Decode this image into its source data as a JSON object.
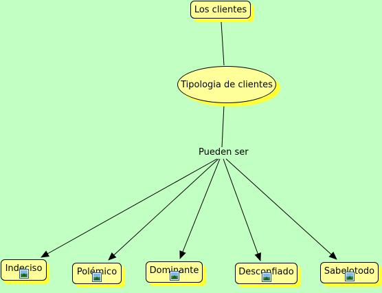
{
  "diagram": {
    "root": "Los clientes",
    "center": "Tipologia de clientes",
    "link_phrase": "Pueden ser",
    "types": [
      {
        "label": "Indeciso",
        "icon": "image-icon"
      },
      {
        "label": "Polémico",
        "icon": "image-icon"
      },
      {
        "label": "Dominante",
        "icon": "image-icon"
      },
      {
        "label": "Desconfiado",
        "icon": "image-icon"
      },
      {
        "label": "Sabelotodo",
        "icon": "image-icon"
      }
    ]
  },
  "colors": {
    "background": "#c2ffc2",
    "node_fill": "#ffff99",
    "node_shadow": "#ffff33",
    "line": "#000000"
  }
}
